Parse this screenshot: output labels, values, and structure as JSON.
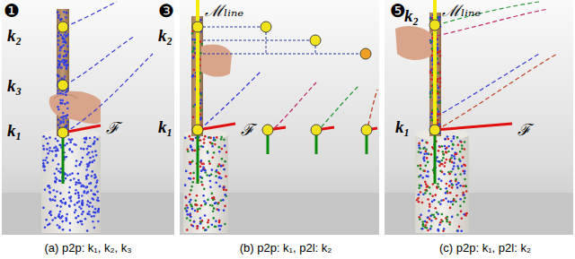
{
  "diagram": {
    "labels": [
      "❶",
      "k₂",
      "k₃",
      "k₁",
      "ℱ",
      "❸",
      "ℳₗᵢₙₑ",
      "k₂",
      "k₁",
      "ℱ",
      "❺",
      "ℳₗᵢₙₑ",
      "k₂",
      "k₁",
      "ℱ",
      "(a) p2p: k₁, k₂, k₃",
      "(b) p2p: k₁, p2l: k₂",
      "(c) p2p: k₁, p2l: k₂"
    ]
  }
}
